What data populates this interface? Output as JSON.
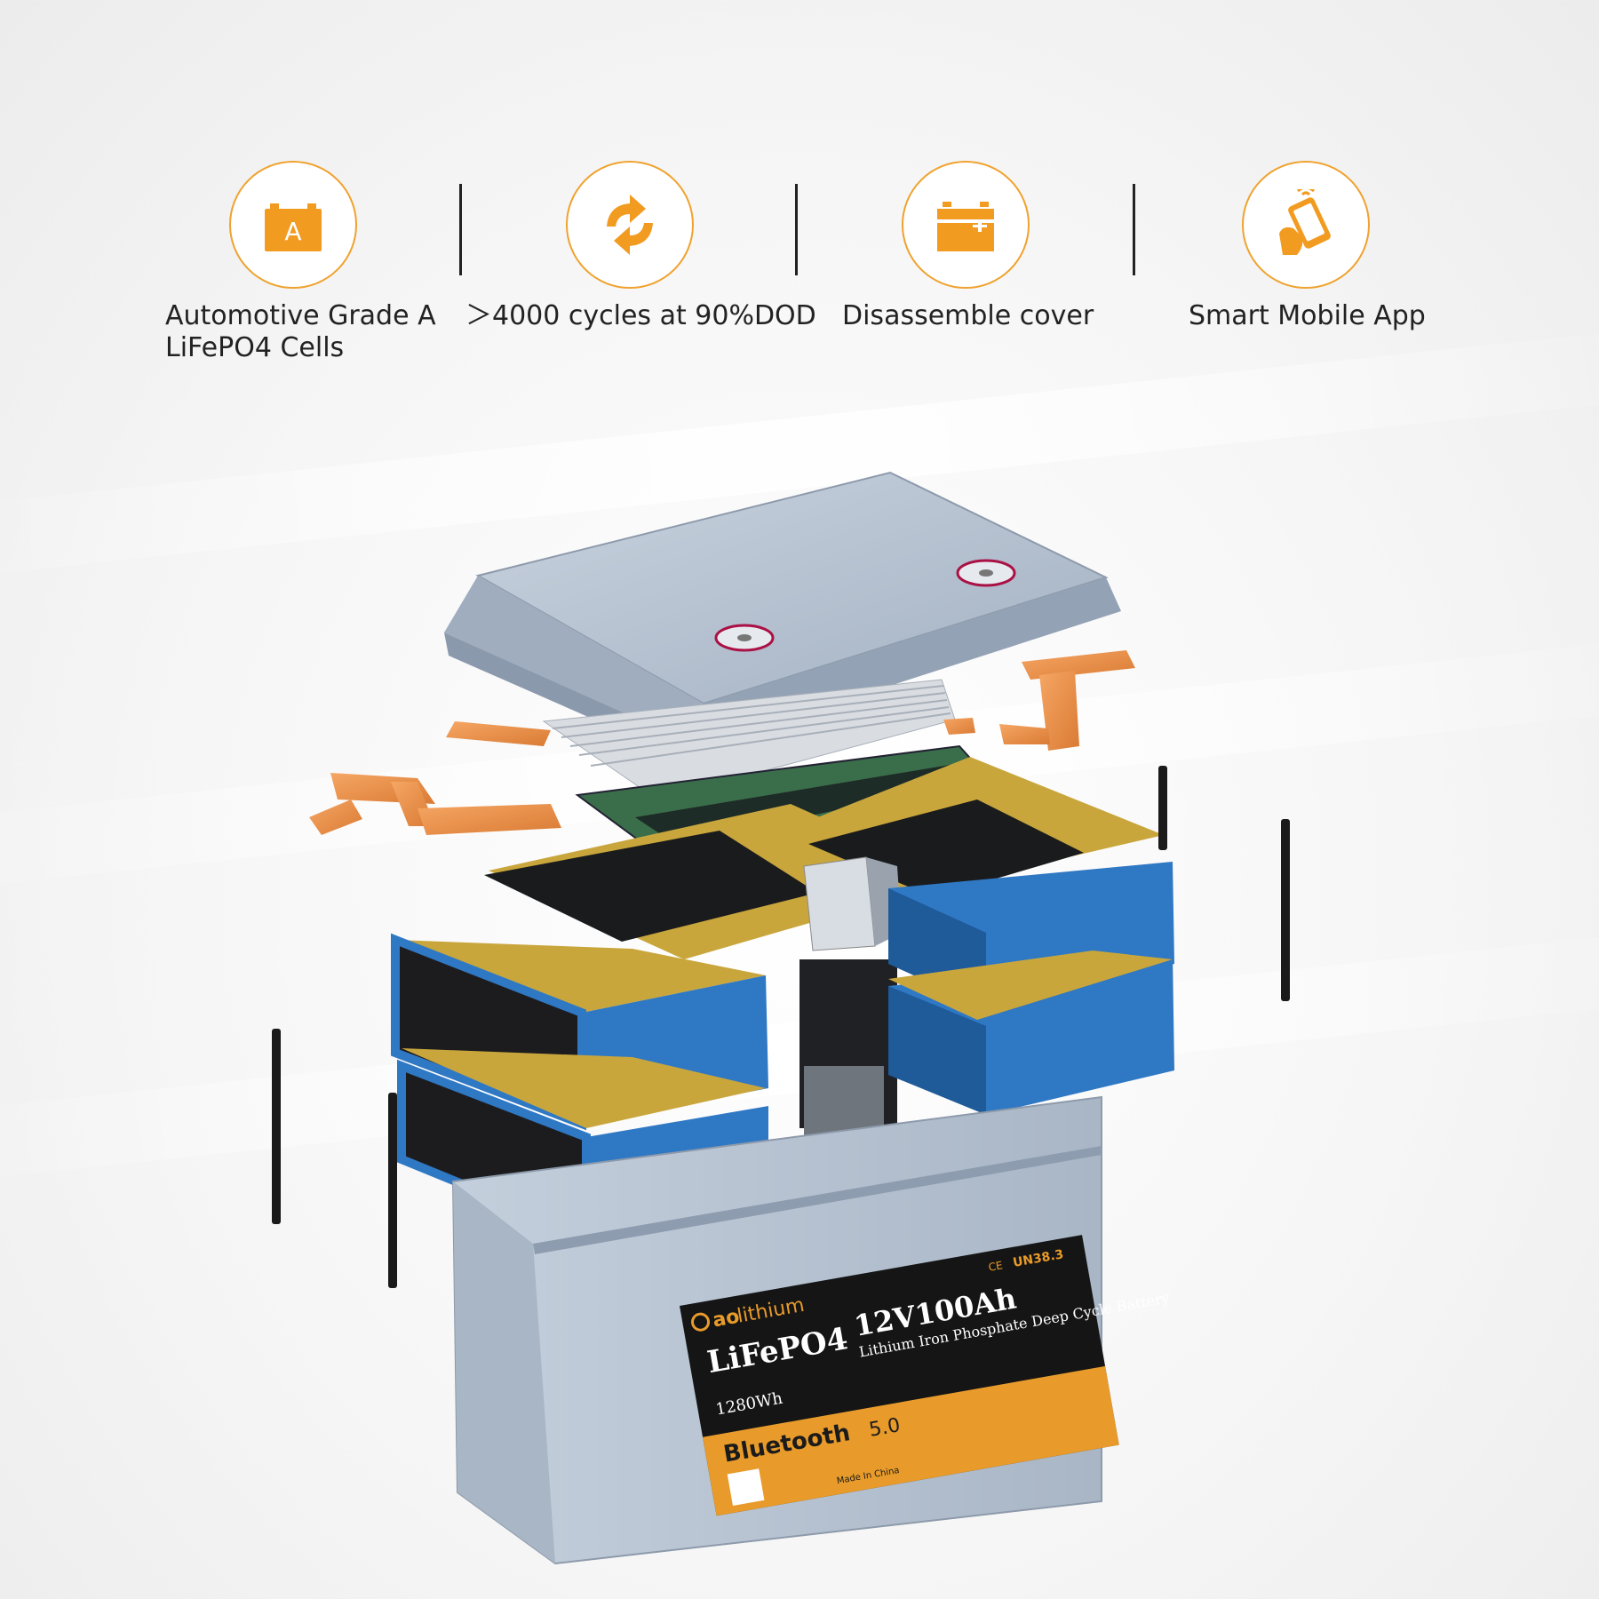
{
  "features": [
    {
      "icon": "grade-a-cell-icon",
      "glyph": "A",
      "line1": "Automotive Grade A",
      "line2": "LiFePO4 Cells"
    },
    {
      "icon": "cycle-arrows-icon",
      "line1": "＞4000 cycles at 90%DOD",
      "line2": ""
    },
    {
      "icon": "battery-cover-icon",
      "line1": "Disassemble cover",
      "line2": ""
    },
    {
      "icon": "smart-phone-app-icon",
      "line1": "Smart Mobile App",
      "line2": ""
    }
  ],
  "battery_label": {
    "brand_prefix": "ao",
    "brand_suffix": "lithium",
    "chemistry": "LiFePO4",
    "rating": "12V100Ah",
    "subtitle": "Lithium Iron Phosphate Deep Cycle Battery",
    "energy": "1280Wh",
    "bluetooth": "Bluetooth",
    "bluetooth_version": "5.0",
    "cert": "UN38.3",
    "ce": "CE",
    "made_in": "Made In China"
  },
  "colors": {
    "accent": "#f0a22e",
    "icon_fill": "#f29b21",
    "cell_blue": "#2f78c4",
    "insulation_yellow": "#c9a63c",
    "case_gray": "#b9c5d3",
    "label_black": "#151515",
    "label_orange": "#e89b2a"
  }
}
